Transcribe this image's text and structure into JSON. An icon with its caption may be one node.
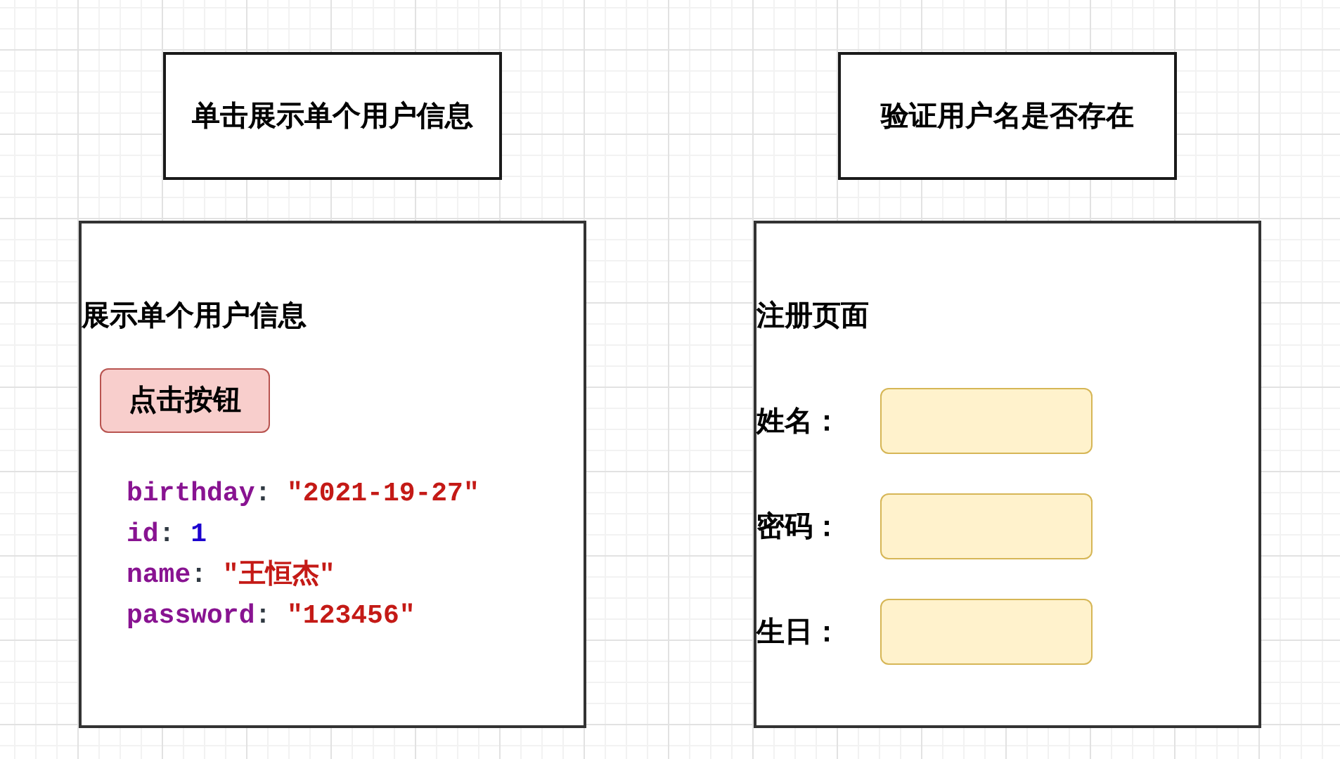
{
  "diagram": {
    "nodes": [
      {
        "text": [
          "单击展示单个用户信息"
        ]
      },
      {
        "text": [
          "验证用户名是否存在"
        ]
      },
      {
        "text": [
          "展示单个用户信息",
          "birthday: \"2021-19-27\"",
          "id: 1",
          "name: \"王恒杰\"",
          "password: \"123456\""
        ]
      },
      {
        "text": [
          "点击按钮"
        ],
        "in": 2
      },
      {
        "text": [
          "注册页面"
        ]
      },
      {
        "text": [],
        "shape": "box",
        "in": 4,
        "beside": [
          "姓名："
        ]
      },
      {
        "text": [],
        "shape": "box",
        "in": 4,
        "beside": [
          "密码："
        ]
      },
      {
        "text": [],
        "shape": "box",
        "in": 4,
        "beside": [
          "生日："
        ]
      }
    ]
  }
}
